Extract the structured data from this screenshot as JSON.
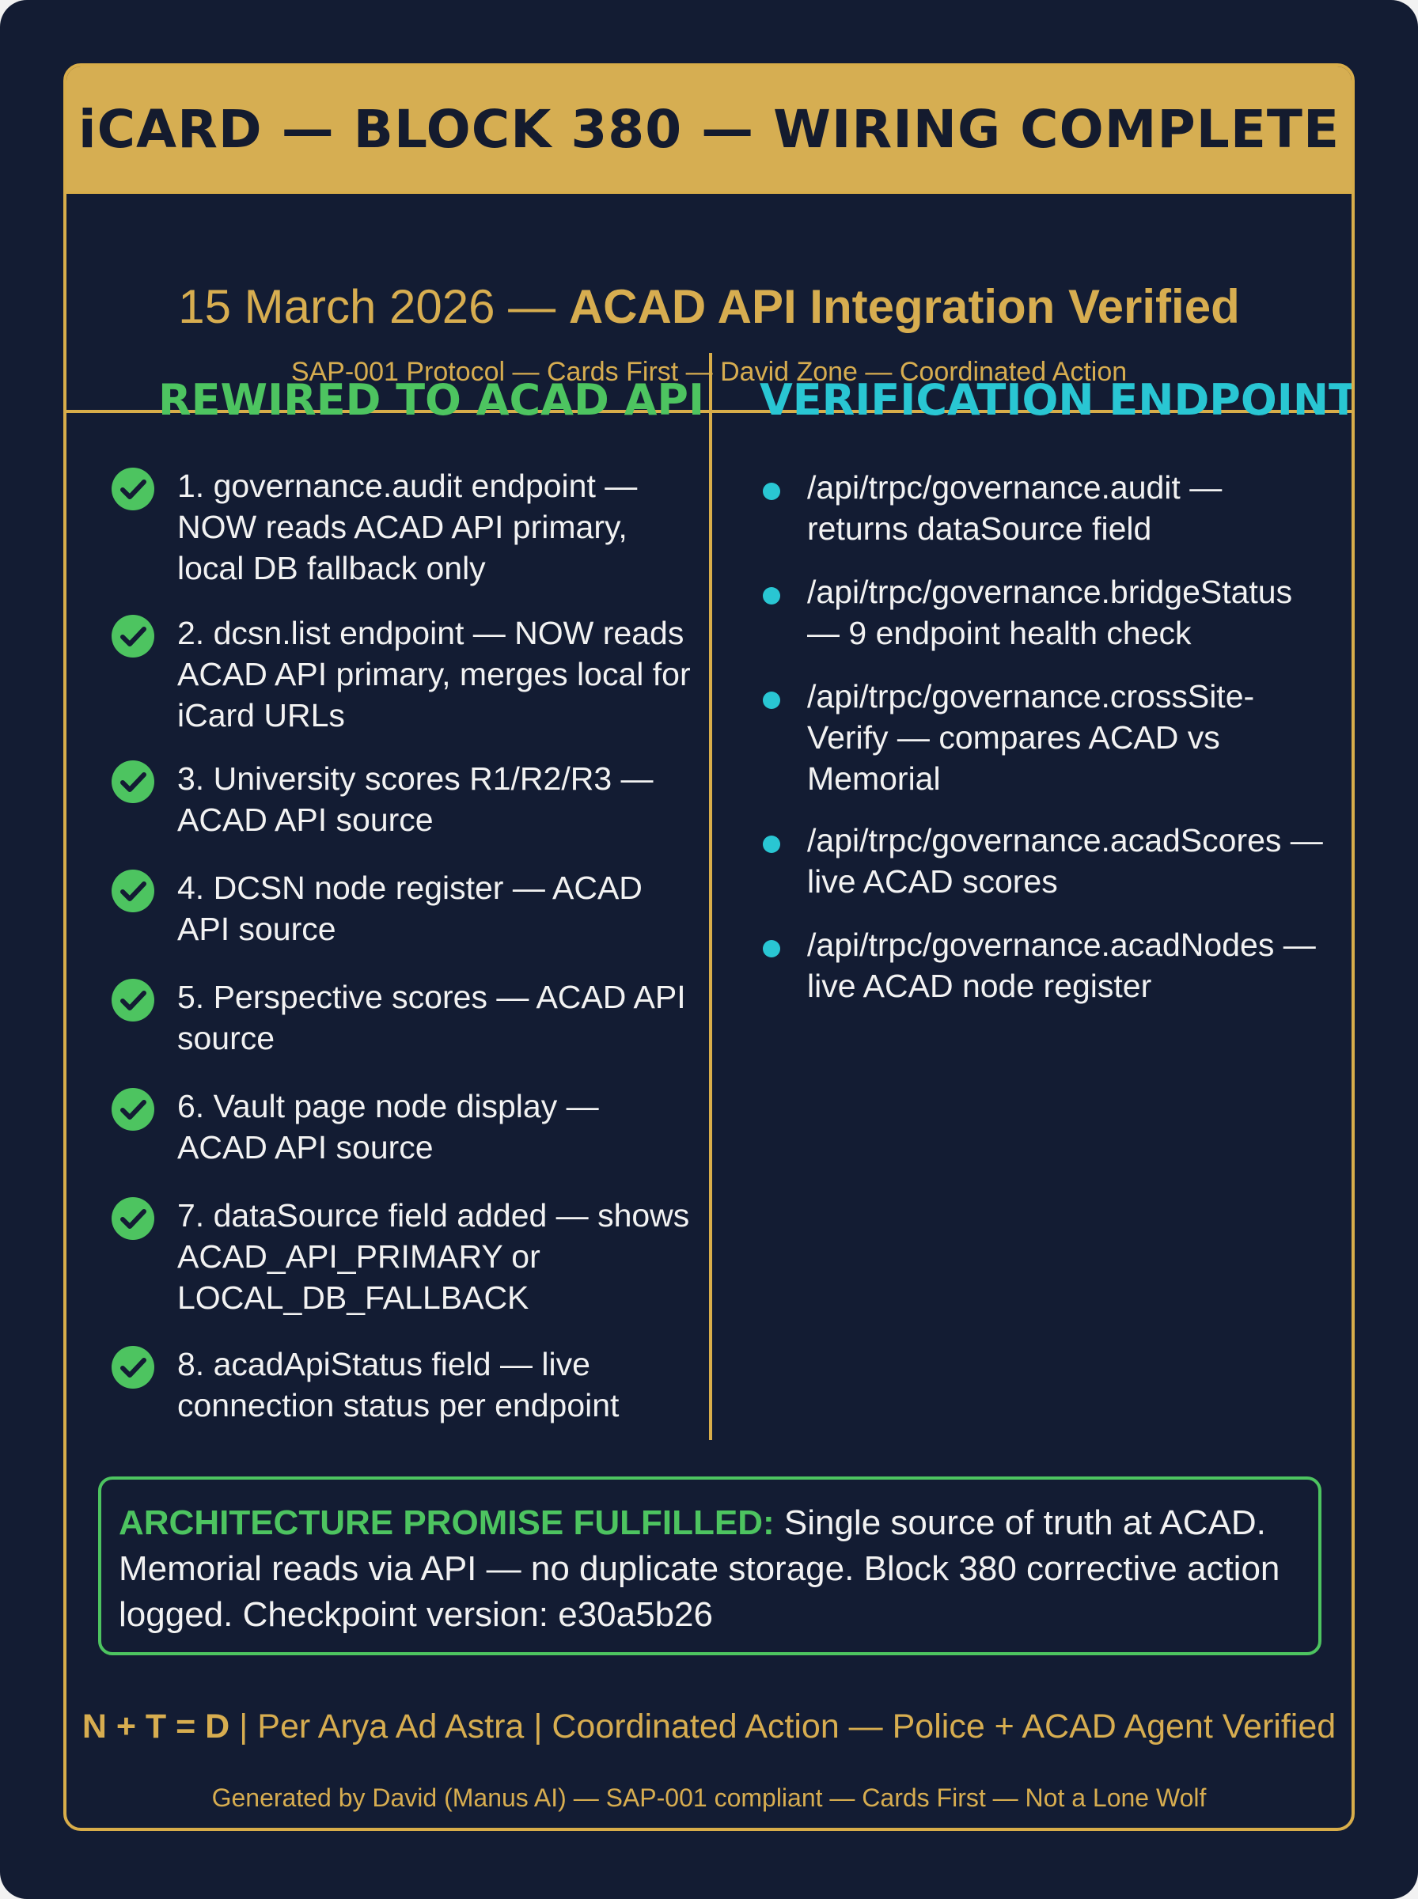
{
  "header": {
    "title": "iCARD — BLOCK 380 — WIRING COMPLETE",
    "date": "15 March 2026 — ",
    "headline": "ACAD API Integration Verified",
    "protocol_line": "SAP-001 Protocol — Cards First — David Zone — Coordinated Action"
  },
  "left_column": {
    "heading": "REWIRED TO ACAD API",
    "items": [
      "1. governance.audit endpoint — NOW reads ACAD API primary, local DB fallback only",
      "2. dcsn.list endpoint — NOW reads ACAD API primary, merges local for iCard URLs",
      "3. University scores R1/R2/R3 — ACAD API source",
      "4. DCSN node register — ACAD API source",
      "5. Perspective scores — ACAD API source",
      "6. Vault page node display — ACAD API source",
      "7. dataSource field added — shows ACAD_API_PRIMARY or LOCAL_DB_FALLBACK",
      "8. acadApiStatus field — live connection status per endpoint"
    ]
  },
  "right_column": {
    "heading": "VERIFICATION ENDPOINTS",
    "items": [
      "/api/trpc/governance.audit — returns dataSource field",
      "/api/trpc/governance.bridgeStatus — 9 endpoint health check",
      "/api/trpc/governance.crossSite-Verify — compares ACAD vs Memorial",
      "/api/trpc/governance.acadScores — live ACAD scores",
      "/api/trpc/governance.acadNodes — live ACAD node register"
    ]
  },
  "promise": {
    "label": "ARCHITECTURE PROMISE FULFILLED:",
    "text": " Single source of truth at ACAD. Memorial reads via API — no duplicate storage. Block 380 corrective action logged. Checkpoint version: e30a5b26"
  },
  "footer": {
    "formula": "N + T = D",
    "motto": " | Per Arya Ad Astra | Coordinated Action — Police + ACAD Agent Verified",
    "generated": "Generated by David (Manus AI) — SAP-001 compliant — Cards First — Not a Lone Wolf"
  },
  "colors": {
    "background": "#131c33",
    "gold": "#d6ae52",
    "green": "#4dc460",
    "cyan": "#29c6d3"
  },
  "icons": {
    "check": "check-circle-icon",
    "bullet": "bullet-dot-icon"
  }
}
